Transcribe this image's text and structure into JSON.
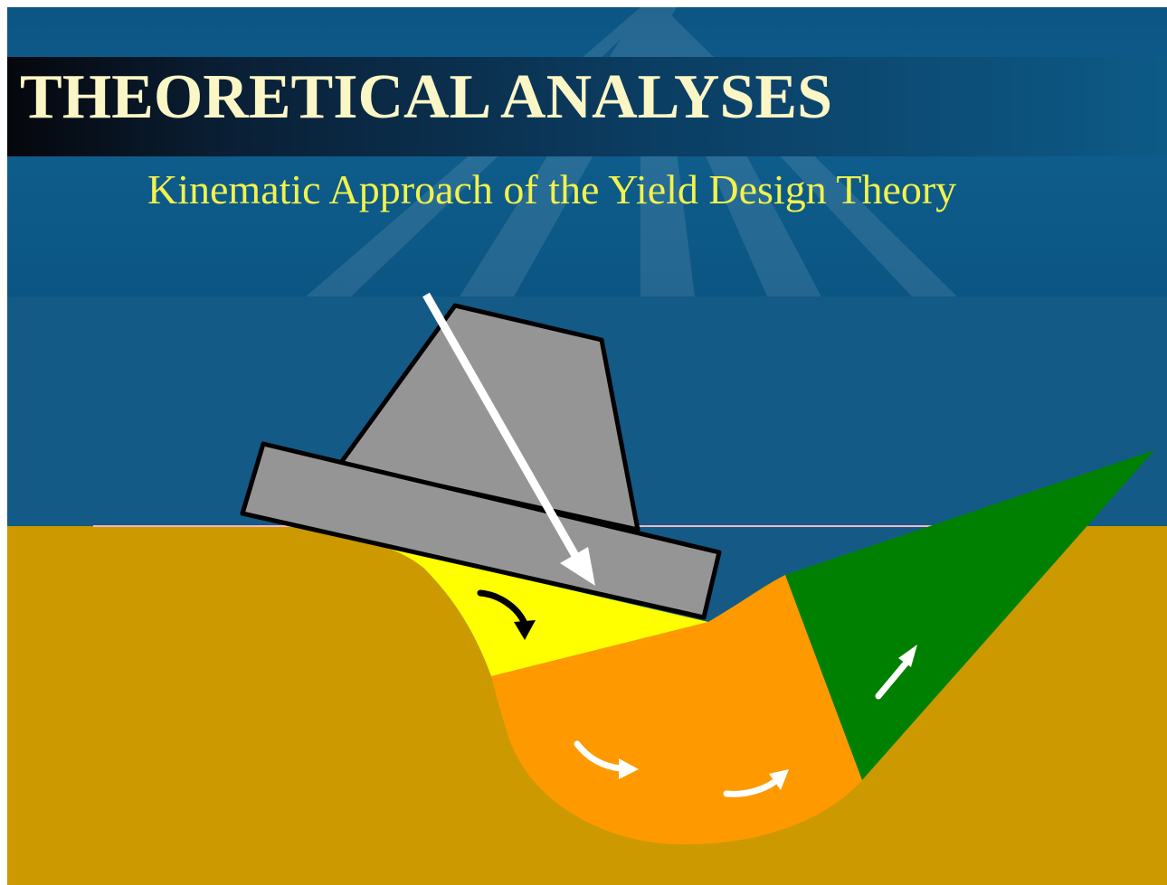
{
  "slide": {
    "title": "THEORETICAL ANALYSES",
    "subtitle": "Kinematic Approach of the Yield Design Theory"
  },
  "colors": {
    "background_blue": "#155a86",
    "soil": "#cc9900",
    "foundation_gray": "#959595",
    "wedge_yellow": "#ffff00",
    "fan_orange": "#ff9900",
    "passive_green": "#008000",
    "title_text": "#fbf6c6",
    "subtitle_text": "#f2f24c"
  },
  "diagram": {
    "elements": [
      "foundation",
      "inclined-load-arrow",
      "active-wedge",
      "radial-shear-zone",
      "passive-wedge",
      "rotation-arrow",
      "velocity-arrow"
    ]
  }
}
